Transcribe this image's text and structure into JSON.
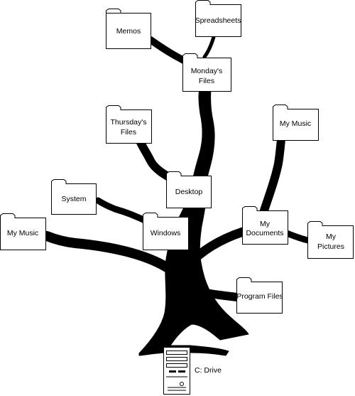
{
  "colors": {
    "tree": "#000000",
    "folder_fill": "#ffffff",
    "folder_stroke": "#000000",
    "background": "#ffffff"
  },
  "folders": {
    "memos": [
      "Memos"
    ],
    "spreadsheets": [
      "Spreadsheets"
    ],
    "mondays_files": [
      "Monday's",
      "Files"
    ],
    "thursdays_files": [
      "Thursday's",
      "Files"
    ],
    "my_music_right": [
      "My Music"
    ],
    "desktop": [
      "Desktop"
    ],
    "system": [
      "System"
    ],
    "my_music_left": [
      "My Music"
    ],
    "windows": [
      "Windows"
    ],
    "my_documents": [
      "My",
      "Documents"
    ],
    "my_pictures": [
      "My",
      "Pictures"
    ],
    "program_files": [
      "Program Files"
    ]
  },
  "drive": {
    "label": "C: Drive",
    "icon": "computer-tower-icon"
  }
}
